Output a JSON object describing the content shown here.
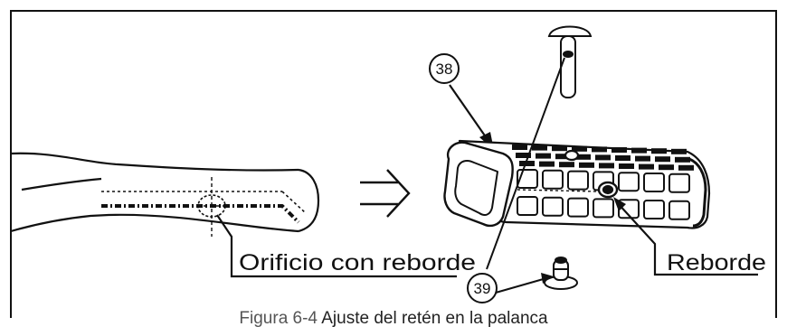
{
  "figure": {
    "caption_prefix": "Figura 6-4",
    "caption_text": "Ajuste del retén en la palanca"
  },
  "labels": {
    "hole_with_flange": "Orificio con reborde",
    "flange": "Reborde",
    "part_38": "38",
    "part_39": "39"
  },
  "icons": {
    "transition_arrow": "double-right-arrow-icon"
  }
}
